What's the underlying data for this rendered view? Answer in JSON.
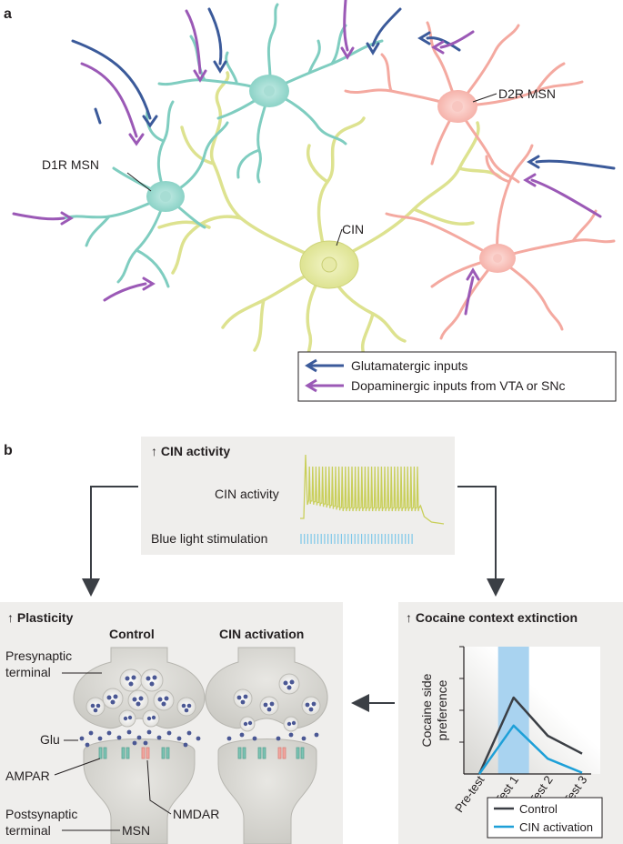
{
  "panel_a": {
    "letter": "a",
    "labels": {
      "d1r": "D1R MSN",
      "d2r": "D2R MSN",
      "cin": "CIN"
    },
    "legend": {
      "glutamatergic": "Glutamatergic inputs",
      "dopaminergic": "Dopaminergic inputs from VTA or SNc"
    }
  },
  "panel_b": {
    "letter": "b",
    "cin_box": {
      "title": "↑ CIN activity",
      "activity_label": "CIN activity",
      "stim_label": "Blue light stimulation"
    },
    "plasticity": {
      "title": "↑ Plasticity",
      "control": "Control",
      "cin_activation": "CIN activation",
      "presynaptic": "Presynaptic",
      "terminal1": "terminal",
      "glu": "Glu",
      "ampar": "AMPAR",
      "nmdar": "NMDAR",
      "postsynaptic": "Postsynaptic",
      "terminal2": "terminal",
      "msn": "MSN"
    },
    "cocaine": {
      "title": "↑ Cocaine context extinction",
      "ylabel_1": "Cocaine side",
      "ylabel_2": "preference"
    }
  },
  "colors": {
    "d1r": "#7fcdc0",
    "d2r": "#f4a9a0",
    "cin": "#dde28f",
    "glutamatergic": "#3b5a9a",
    "dopaminergic": "#9b59b6",
    "panel_bg": "#efeeec",
    "control_line": "#3b3f45",
    "cin_line": "#1ea0d8",
    "highlight": "#a9d3f0"
  },
  "chart_data": {
    "type": "line",
    "categories": [
      "Pre-test",
      "Test 1",
      "Test 2",
      "Test 3"
    ],
    "highlight_category": "Test 1",
    "series": [
      {
        "name": "Control",
        "values": [
          0,
          0.6,
          0.3,
          0.16
        ]
      },
      {
        "name": "CIN activation",
        "values": [
          0,
          0.38,
          0.12,
          0.01
        ]
      }
    ],
    "ylim": [
      0,
      1.0
    ],
    "legend_position": "bottom-right",
    "xlabel": "",
    "ylabel": "Cocaine side preference"
  }
}
